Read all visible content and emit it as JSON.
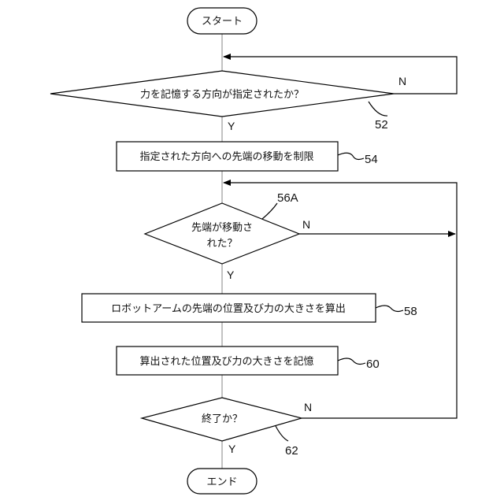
{
  "flowchart": {
    "start": "スタート",
    "end": "エンド",
    "steps": {
      "decision_direction": {
        "text": "力を記憶する方向が指定されたか？",
        "ref": "52",
        "yes": "Y",
        "no": "N"
      },
      "limit_move": {
        "text": "指定された方向への先端の移動を制限",
        "ref": "54"
      },
      "decision_moved": {
        "line1": "先端が移動さ",
        "line2": "れた？",
        "ref": "56A",
        "yes": "Y",
        "no": "N"
      },
      "calculate": {
        "text": "ロボットアームの先端の位置及び力の大きさを算出",
        "ref": "58"
      },
      "store": {
        "text": "算出された位置及び力の大きさを記憶",
        "ref": "60"
      },
      "decision_end": {
        "text": "終了か？",
        "ref": "62",
        "yes": "Y",
        "no": "N"
      }
    }
  }
}
